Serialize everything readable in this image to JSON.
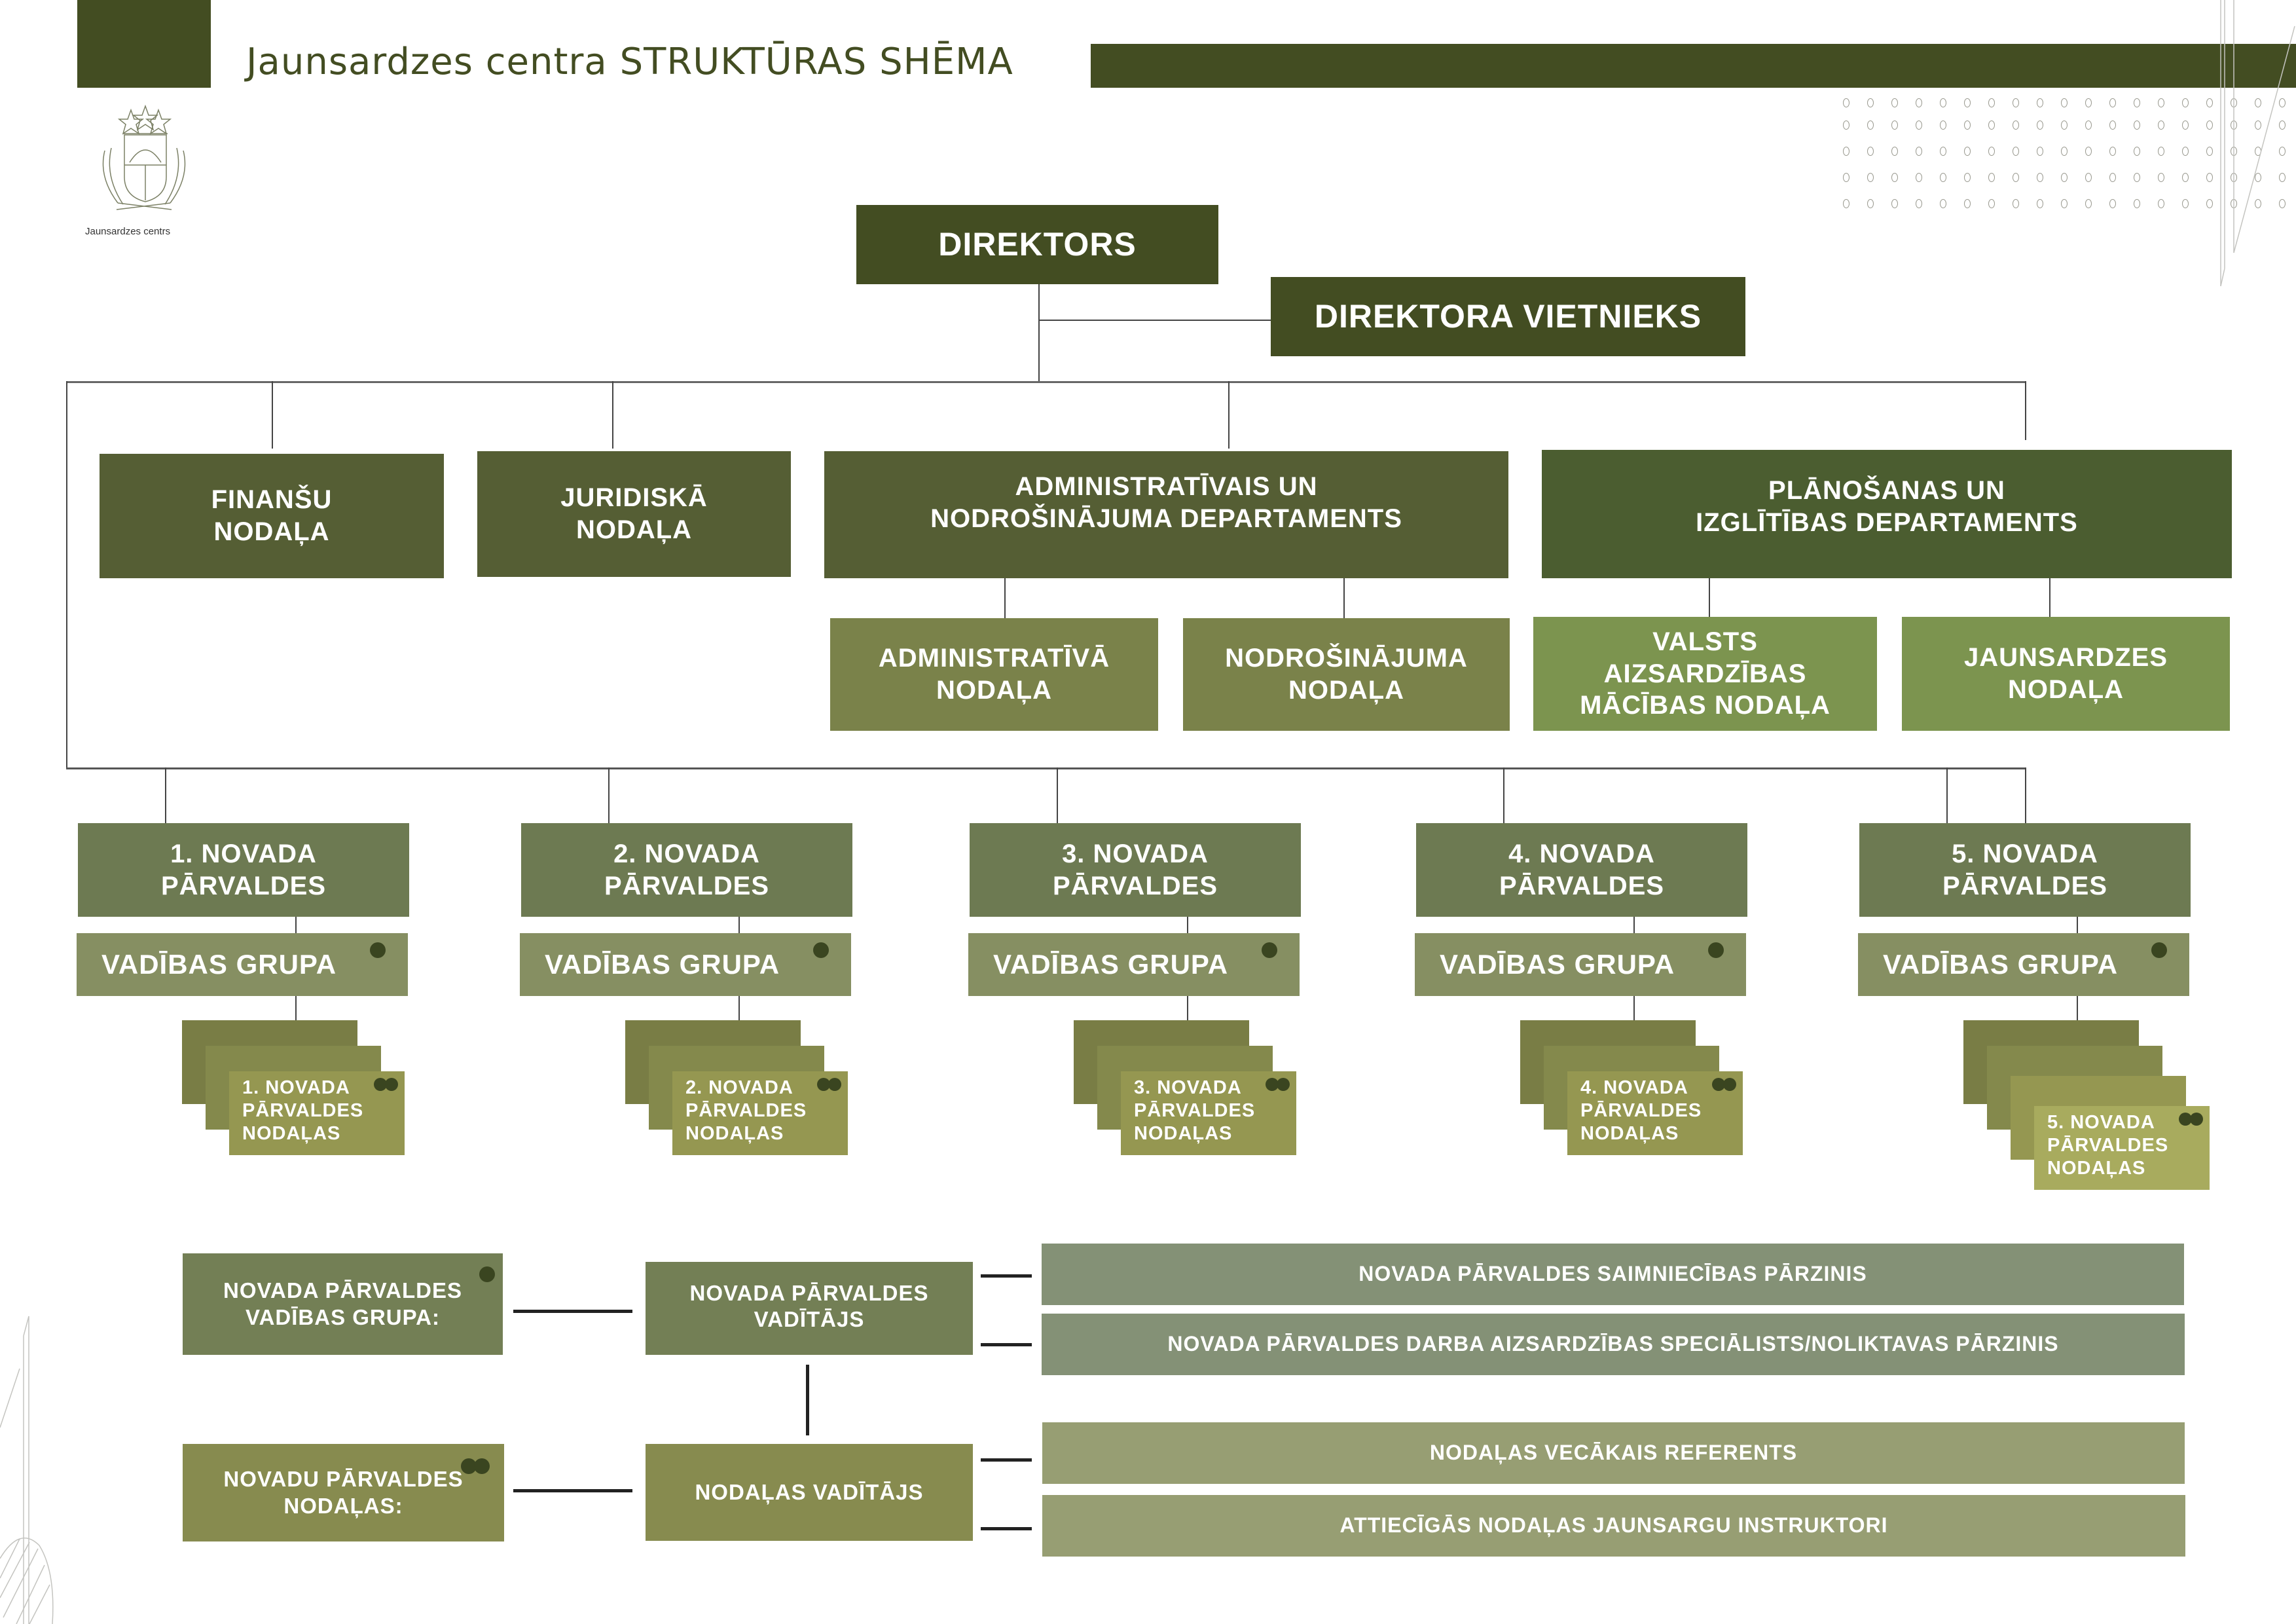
{
  "header": {
    "title_part1": "Jaunsardzes centra ",
    "title_part2": "STRUKTŪRAS SHĒMA",
    "logo_caption": "Jaunsardzes centrs",
    "logo_icon": "coat-of-arms-icon"
  },
  "colors": {
    "accent_dark": "#434d22",
    "department": "#555e34",
    "department_planning": "#4b5d30",
    "unit_admin": "#7a824a",
    "unit_planning": "#7c944f",
    "regional": "#6d7a52",
    "management_group": "#868f62",
    "marker_dot": "#3a4520"
  },
  "top": {
    "director": "DIREKTORS",
    "deputy": "DIREKTORA VIETNIEKS"
  },
  "departments": {
    "finance": [
      "FINANŠU",
      "NODAĻA"
    ],
    "legal": [
      "JURIDISKĀ",
      "NODAĻA"
    ],
    "admin_dept": [
      "ADMINISTRATĪVAIS UN",
      "NODROŠINĀJUMA DEPARTAMENTS"
    ],
    "planning_dept": [
      "PLĀNOŠANAS UN",
      "IZGLĪTĪBAS DEPARTAMENTS"
    ],
    "admin_unit": [
      "ADMINISTRATĪVĀ",
      "NODAĻA"
    ],
    "supply_unit": [
      "NODROŠINĀJUMA",
      "NODAĻA"
    ],
    "defense_unit": [
      "VALSTS",
      "AIZSARDZĪBAS",
      "MĀCĪBAS NODAĻA"
    ],
    "youth_unit": [
      "JAUNSARDZES",
      "NODAĻA"
    ]
  },
  "regions": [
    {
      "line1": "1. NOVADA",
      "line2": "PĀRVALDES",
      "group": "VADĪBAS GRUPA",
      "units": [
        "1. NOVADA",
        "PĀRVALDES",
        "NODAĻAS"
      ]
    },
    {
      "line1": "2. NOVADA",
      "line2": "PĀRVALDES",
      "group": "VADĪBAS GRUPA",
      "units": [
        "2. NOVADA",
        "PĀRVALDES",
        "NODAĻAS"
      ]
    },
    {
      "line1": "3. NOVADA",
      "line2": "PĀRVALDES",
      "group": "VADĪBAS GRUPA",
      "units": [
        "3. NOVADA",
        "PĀRVALDES",
        "NODAĻAS"
      ]
    },
    {
      "line1": "4. NOVADA",
      "line2": "PĀRVALDES",
      "group": "VADĪBAS GRUPA",
      "units": [
        "4. NOVADA",
        "PĀRVALDES",
        "NODAĻAS"
      ]
    },
    {
      "line1": "5. NOVADA",
      "line2": "PĀRVALDES",
      "group": "VADĪBAS GRUPA",
      "units": [
        "5. NOVADA",
        "PĀRVALDES",
        "NODAĻAS"
      ]
    }
  ],
  "legend": {
    "mgmt_group": [
      "NOVADA PĀRVALDES",
      "VADĪBAS GRUPA:"
    ],
    "regional_units": [
      "NOVADU PĀRVALDES",
      "NODAĻAS:"
    ],
    "regional_head": [
      "NOVADA PĀRVALDES",
      "VADĪTĀJS"
    ],
    "unit_head": "NODAĻAS VADĪTĀJS",
    "roles_head": [
      "NOVADA PĀRVALDES SAIMNIECĪBAS PĀRZINIS",
      "NOVADA PĀRVALDES DARBA AIZSARDZĪBAS SPECIĀLISTS/NOLIKTAVAS PĀRZINIS"
    ],
    "roles_unit": [
      "NODAĻAS VECĀKAIS REFERENTS",
      "ATTIECĪGĀS NODAĻAS JAUNSARGU INSTRUKTORI"
    ]
  }
}
